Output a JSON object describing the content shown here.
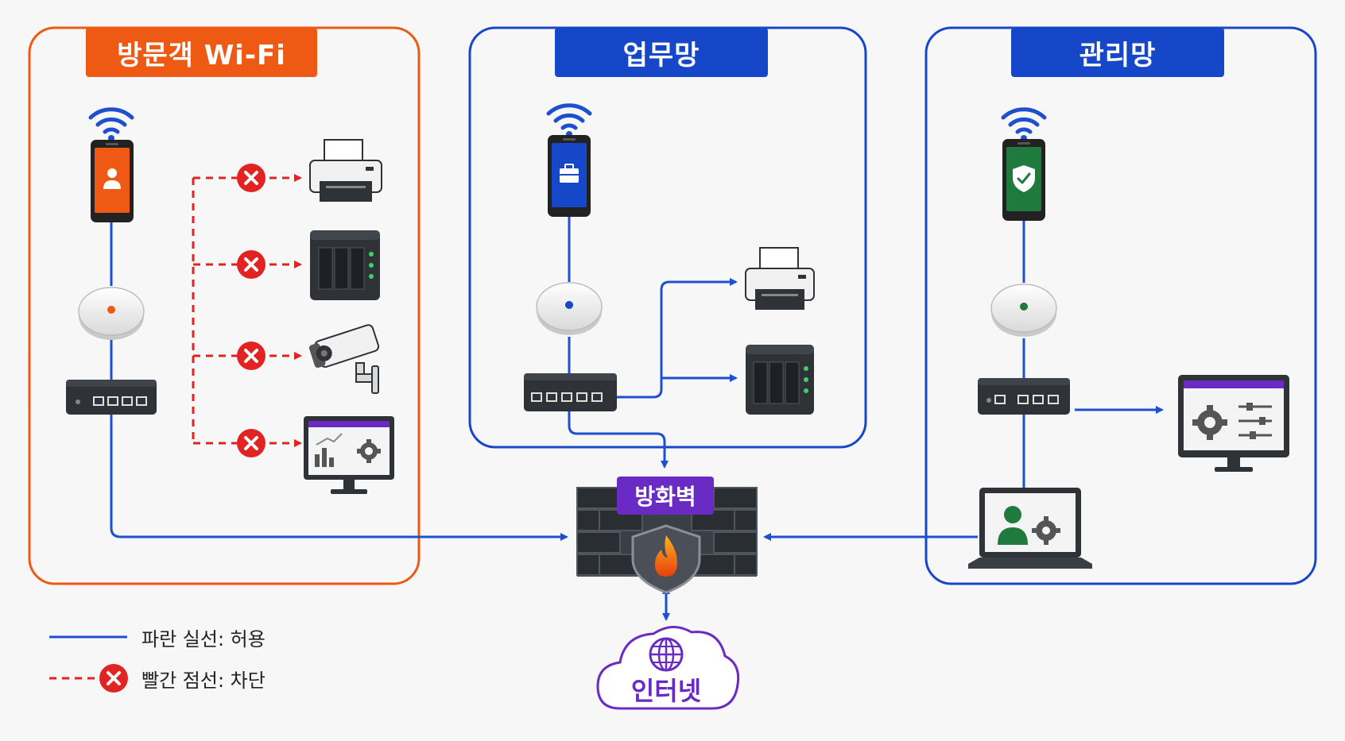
{
  "colors": {
    "guest": "#ee5a14",
    "work": "#1547c8",
    "management": "#1547c8",
    "allow_line": "#1d4fd0",
    "block_line": "#e32222",
    "firewall_label": "#6a2bc4",
    "internet": "#6a2bc4",
    "device_dark": "#2f3338",
    "monitor_bar": "#6a2bc4",
    "shield_green": "#1f7a3d"
  },
  "zones": {
    "guest": {
      "title": "방문객 Wi-Fi"
    },
    "work": {
      "title": "업무망"
    },
    "management": {
      "title": "관리망"
    }
  },
  "firewall": {
    "label": "방화벽"
  },
  "internet": {
    "label": "인터넷"
  },
  "legend": {
    "allow": "파란 실선: 허용",
    "block": "빨간 점선: 차단"
  },
  "icons": {
    "wifi": "wifi-icon",
    "phone_user": "user-icon",
    "phone_briefcase": "briefcase-icon",
    "phone_shield": "shield-check-icon",
    "access_point": "access-point",
    "switch": "network-switch",
    "printer": "printer-icon",
    "nas": "nas-icon",
    "camera": "cctv-camera-icon",
    "monitor": "monitor-icon",
    "laptop": "laptop-icon",
    "blocked": "blocked-x-icon",
    "firewall": "firewall-icon",
    "flame": "flame-icon",
    "globe": "globe-icon"
  }
}
